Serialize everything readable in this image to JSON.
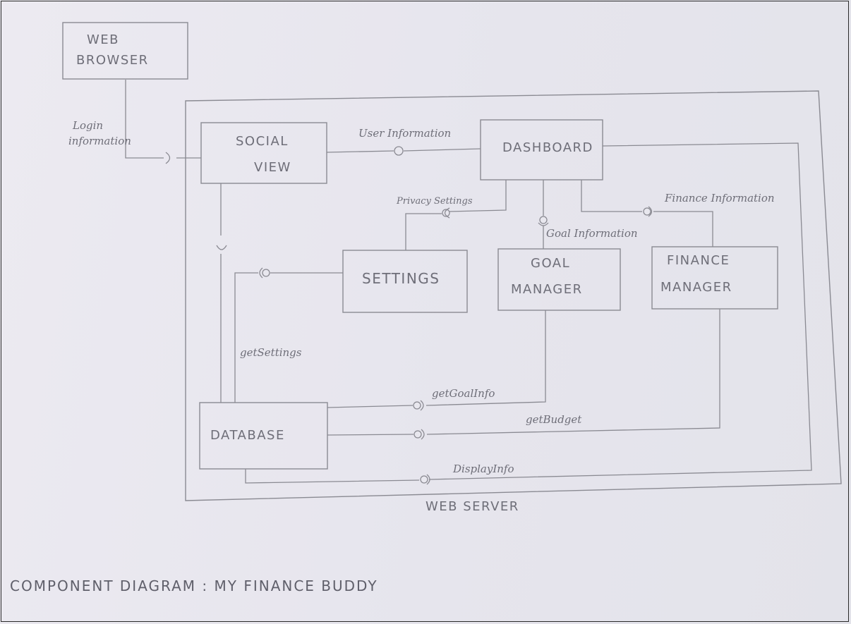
{
  "title": "COMPONENT DIAGRAM : MY FINANCE BUDDY",
  "container": {
    "label": "WEB SERVER"
  },
  "components": {
    "web_browser": [
      "WEB",
      "BROWSER"
    ],
    "social_view": [
      "SOCIAL",
      "VIEW"
    ],
    "dashboard": [
      "DASHBOARD"
    ],
    "settings": [
      "SETTINGS"
    ],
    "goal_manager": [
      "GOAL",
      "MANAGER"
    ],
    "finance_manager": [
      "FINANCE",
      "MANAGER"
    ],
    "database": [
      "DATABASE"
    ]
  },
  "connectors": {
    "login": [
      "Login",
      "information"
    ],
    "user_information": "User Information",
    "privacy_settings": "Privacy Settings",
    "finance_information": "Finance Information",
    "goal_information": "Goal Information",
    "get_settings": "getSettings",
    "get_goal_info": "getGoalInfo",
    "get_budget": "getBudget",
    "display_info": "DisplayInfo"
  }
}
